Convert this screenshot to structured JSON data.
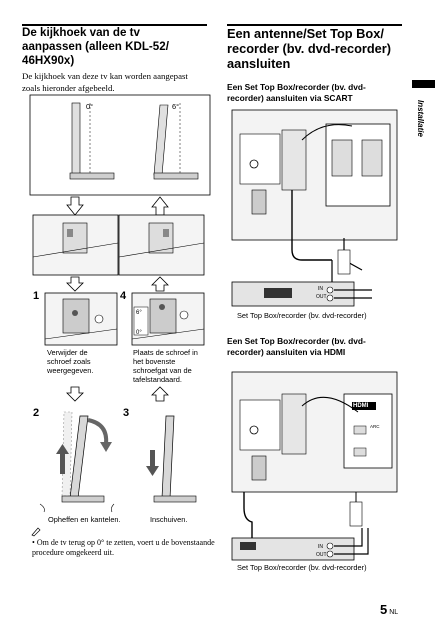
{
  "left": {
    "heading": "De kijkhoek van de tv aanpassen (alleen KDL-52/ 46HX90x)",
    "intro": "De kijkhoek van deze tv kan worden aangepast zoals hieronder afgebeeld.",
    "angle_0": "0°",
    "angle_6": "6°",
    "step1": {
      "num": "1",
      "caption": "Verwijder de schroef zoals weergegeven."
    },
    "step4": {
      "num": "4",
      "caption": "Plaats de schroef in het bovenste schroefgat van de tafelstandaard.",
      "inset_6": "6°",
      "inset_0": "0°"
    },
    "step2": {
      "num": "2",
      "caption": "Opheffen en kantelen."
    },
    "step3": {
      "num": "3",
      "caption": "Inschuiven."
    },
    "note": "Om de tv terug op 0° te zetten, voert u de bovenstaande procedure omgekeerd uit."
  },
  "right": {
    "heading": "Een antenne/Set Top Box/ recorder (bv. dvd-recorder) aansluiten",
    "scart_sub": "Een Set Top Box/recorder (bv. dvd-recorder) aansluiten via SCART",
    "scart_caption": "Set Top Box/recorder (bv. dvd-recorder)",
    "hdmi_sub": "Een Set Top Box/recorder (bv. dvd-recorder) aansluiten via HDMI",
    "hdmi_caption": "Set Top Box/recorder (bv. dvd-recorder)",
    "labels": {
      "in": "IN",
      "out": "OUT",
      "hdmi": "HDMI",
      "arc": "ARC",
      "hdmi_in": "IN"
    }
  },
  "sidebar": {
    "section": "Installatie"
  },
  "footer": {
    "page": "5",
    "lang": "NL"
  }
}
